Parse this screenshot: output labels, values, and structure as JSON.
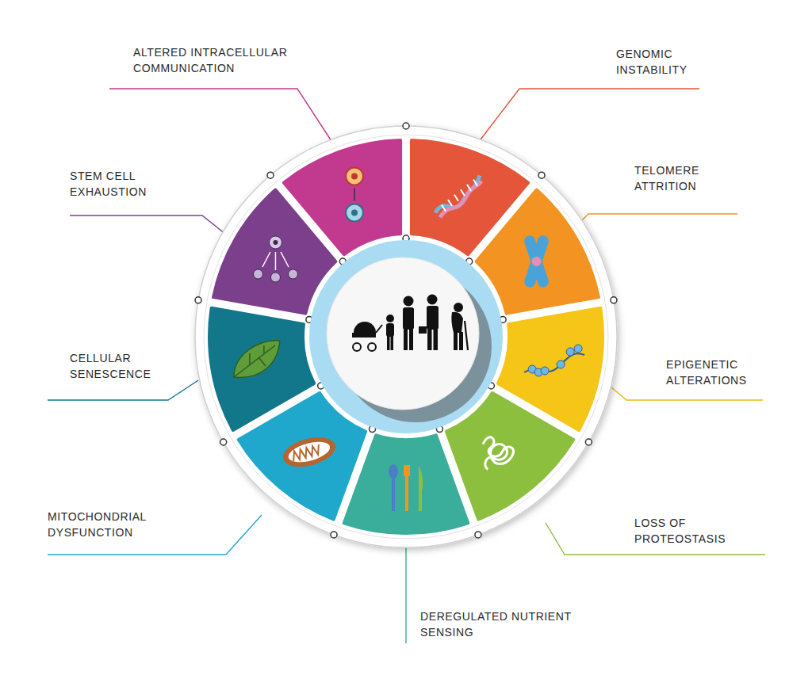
{
  "diagram": {
    "labels": [
      "ALTERED INTRACELLULAR COMMUNICATION",
      "GENOMIC INSTABILITY",
      "TELOMERE ATTRITION",
      "EPIGENETIC ALTERATIONS",
      "LOSS OF PROTEOSTASIS",
      "DEREGULATED NUTRIENT SENSING",
      "MITOCHONDRIAL DYSFUNCTION",
      "CELLULAR SENESCENCE",
      "STEM CELL EXHAUSTION"
    ]
  }
}
